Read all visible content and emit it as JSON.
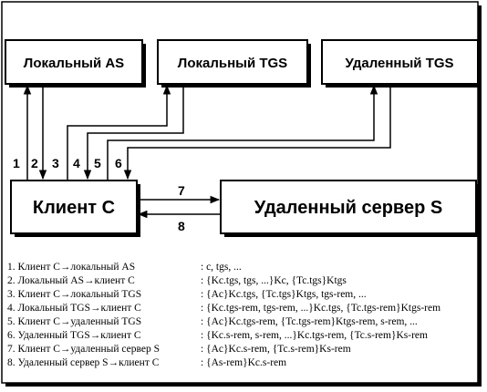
{
  "boxes": {
    "local_as": "Локальный AS",
    "local_tgs": "Локальный TGS",
    "remote_tgs": "Удаленный TGS",
    "client": "Клиент С",
    "remote_server": "Удаленный сервер S"
  },
  "arrow_numbers": [
    "1",
    "2",
    "3",
    "4",
    "5",
    "6",
    "7",
    "8"
  ],
  "legend": [
    {
      "step": "1. Клиент С→локальный AS",
      "message": ": c, tgs, ..."
    },
    {
      "step": "2. Локальный AS→клиент С",
      "message": ": {Kc.tgs, tgs, ...}Kc, {Tc.tgs}Ktgs"
    },
    {
      "step": "3. Клиент С→локальный TGS",
      "message": ": {Ac}Kc.tgs, {Tc.tgs}Ktgs, tgs-rem, ..."
    },
    {
      "step": "4. Локальный TGS→клиент С",
      "message": ": {Kc.tgs-rem, tgs-rem, ...}Kc.tgs, {Tc.tgs-rem}Ktgs-rem"
    },
    {
      "step": "5. Клиент С→удаленный TGS",
      "message": ": {Ac}Kc.tgs-rem, {Tc.tgs-rem}Ktgs-rem, s-rem, ..."
    },
    {
      "step": "6. Удаленный TGS→клиент С",
      "message": ": {Kc.s-rem, s-rem, ...}Kc.tgs-rem, {Tc.s-rem}Ks-rem"
    },
    {
      "step": "7. Клиент С→удаленный сервер S",
      "message": ": {Ac}Kc.s-rem, {Tc.s-rem}Ks-rem"
    },
    {
      "step": "8. Удаленный сервер S→клиент С",
      "message": ": {As-rem}Kc.s-rem"
    }
  ]
}
